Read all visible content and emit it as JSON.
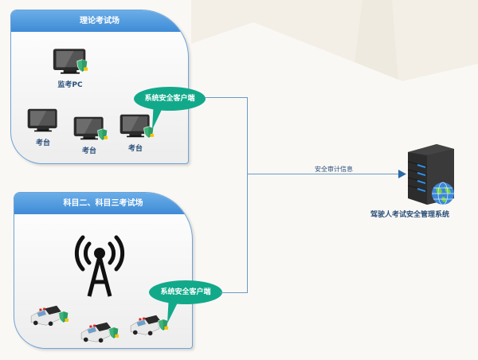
{
  "zones": [
    {
      "title": "理论考试场",
      "nodes": [
        {
          "label": "监考PC",
          "icon": "monitor-shield-icon"
        },
        {
          "label": "考台",
          "icon": "monitor-icon"
        },
        {
          "label": "考台",
          "icon": "monitor-shield-icon"
        },
        {
          "label": "考台",
          "icon": "monitor-shield-icon"
        }
      ],
      "callout": "系统安全客户端"
    },
    {
      "title": "科目二、科目三考试场",
      "nodes": [
        {
          "label": "",
          "icon": "signal-tower-icon"
        },
        {
          "label": "",
          "icon": "exam-car-shield-icon"
        },
        {
          "label": "",
          "icon": "exam-car-shield-icon"
        },
        {
          "label": "",
          "icon": "exam-car-shield-icon"
        }
      ],
      "callout": "系统安全客户端"
    }
  ],
  "flow": {
    "label": "安全审计信息"
  },
  "server": {
    "label": "驾驶人考试安全管理系统",
    "icon": "server-globe-icon"
  },
  "colors": {
    "header": "#4a94dc",
    "callout": "#12a98a",
    "line": "#6b9ac9",
    "text": "#2a4f7a"
  }
}
